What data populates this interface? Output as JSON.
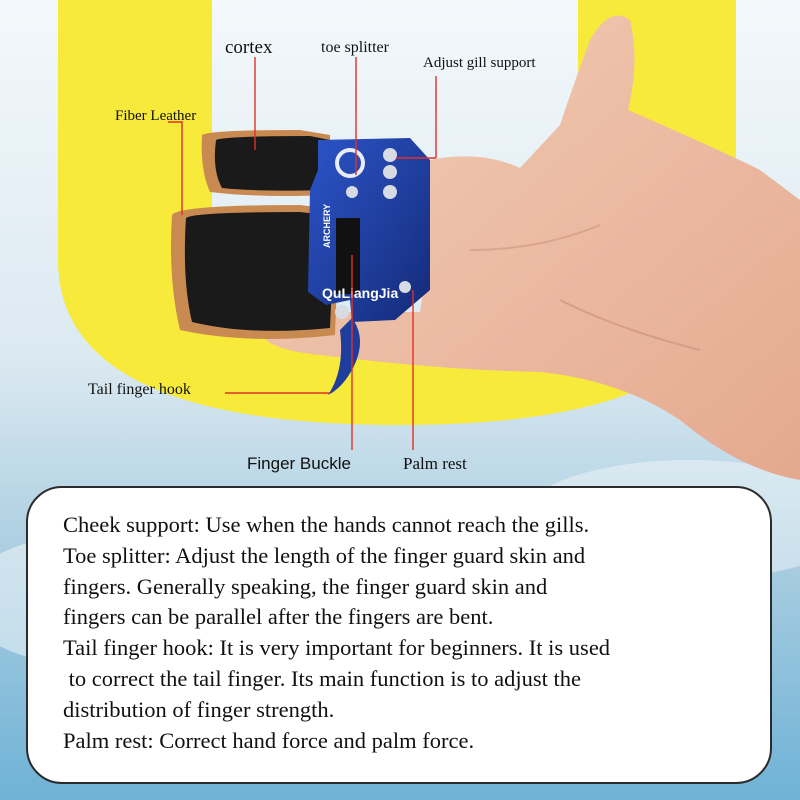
{
  "labels": {
    "cortex": "cortex",
    "toe_splitter": "toe splitter",
    "adjust_gill_support": "Adjust gill support",
    "fiber_leather": "Fiber Leather",
    "tail_finger_hook": "Tail finger hook",
    "finger_buckle": "Finger Buckle",
    "palm_rest": "Palm rest"
  },
  "product_print": {
    "brand": "QuLiangJia",
    "side_text": "ARCHERY"
  },
  "description_lines": [
    "Cheek support: Use when the hands cannot reach the gills.",
    "Toe splitter: Adjust the length of the finger guard skin and",
    "fingers. Generally speaking, the finger guard skin and",
    "fingers can be parallel after the fingers are bent.",
    "Tail finger hook: It is very important for beginners. It is used",
    " to correct the tail finger. Its main function is to adjust the",
    "distribution of finger strength.",
    "Palm rest: Correct hand force and palm force."
  ],
  "colors": {
    "leader_line": "#e0302a",
    "accent_yellow": "#f7ea3a",
    "device_blue": "#1f3d9c",
    "leather_black": "#1a1a1a",
    "leather_edge": "#c98a52"
  }
}
